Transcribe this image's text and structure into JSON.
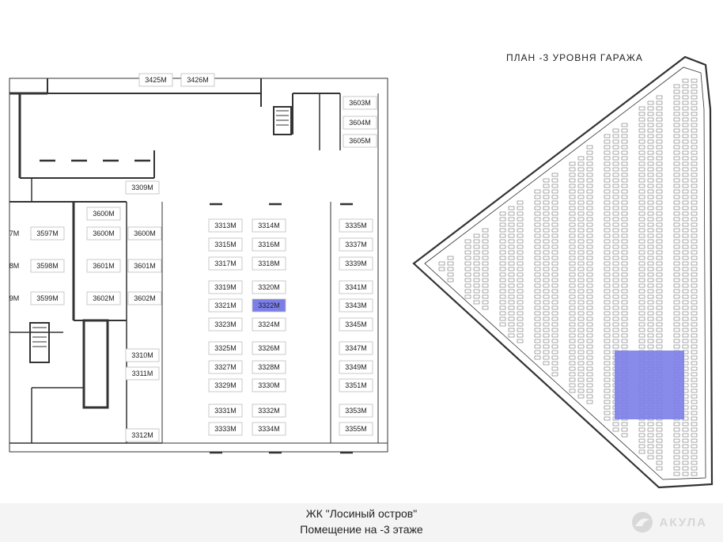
{
  "plan_title": "ПЛАН -3 УРОВНЯ ГАРАЖА",
  "caption": {
    "line1": "ЖК \"Лосиный остров\"",
    "line2": "Помещение на -3 этаже"
  },
  "brand": "АКУЛА",
  "highlight_color": "#7b7ee8",
  "selected_space": "3322М",
  "spaces": [
    "3425М",
    "3426М",
    "3603М",
    "3604М",
    "3605М",
    "3309М",
    "3600М",
    "3597М",
    "3600М",
    "3600М",
    "3598М",
    "3601М",
    "3601М",
    "3599М",
    "3602М",
    "3602М",
    "3313М",
    "3314М",
    "3335М",
    "3315М",
    "3316М",
    "3337М",
    "3317М",
    "3318М",
    "3339М",
    "3319М",
    "3320М",
    "3341М",
    "3321М",
    "3322М",
    "3343М",
    "3323М",
    "3324М",
    "3345М",
    "3310М",
    "3311М",
    "3325М",
    "3326М",
    "3347М",
    "3327М",
    "3328М",
    "3349М",
    "3329М",
    "3330М",
    "3351М",
    "3331М",
    "3332М",
    "3353М",
    "3333М",
    "3334М",
    "3355М",
    "3312М"
  ],
  "edge_fragments": [
    "7М",
    "8М",
    "9М"
  ]
}
